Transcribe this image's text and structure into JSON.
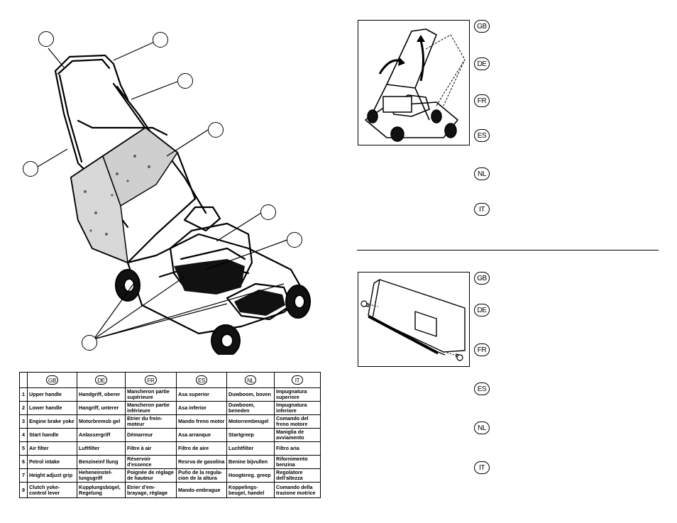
{
  "table": {
    "headers": [
      "GB",
      "DE",
      "FR",
      "ES",
      "NL",
      "IT"
    ],
    "rows": [
      {
        "num": "1",
        "cells": [
          "Upper handle",
          "Handgriff, oberer",
          "Mancheron partie supérieure",
          "Asa superior",
          "Duwboom, boven",
          "Impugnatura superiore"
        ]
      },
      {
        "num": "2",
        "cells": [
          "Lower handle",
          "Hangriff, unterer",
          "Mancheron partie inférieure",
          "Asa inferior",
          "Duwboom, beneden",
          "Impugnatura inferiore"
        ]
      },
      {
        "num": "3",
        "cells": [
          "Engine brake yoke",
          "Motorbremsb gel",
          "Etrier du frein-moteur",
          "Mando freno motor",
          "Motorrembeugel",
          "Comando del freno motore"
        ]
      },
      {
        "num": "4",
        "cells": [
          "Start handle",
          "Anlassergriff",
          "Démarreur",
          "Asa arranque",
          "Startgreep",
          "Maniglia de avviamento"
        ]
      },
      {
        "num": "5",
        "cells": [
          "Air filter",
          "Luftfilter",
          "Filtre à air",
          "Filtro de aire",
          "Luchtfilter",
          "Filtro aria"
        ]
      },
      {
        "num": "6",
        "cells": [
          "Petrol intake",
          "Benzineinf llung",
          "Réservoir d'essence",
          "Resrva de gasolina",
          "Benine bijvullen",
          "Rifornimento benzina"
        ]
      },
      {
        "num": "7",
        "cells": [
          "Height adjust grip",
          "Heheneinstel-lungsgriff",
          "Poignée de réglage de hauteur",
          "Puño de la regula-cion de la altura",
          "Hoogtereg. greep",
          "Regolatore dell'altezza"
        ]
      },
      {
        "num": "9",
        "cells": [
          "Clutch yoke-control lever",
          "Kupplungsbügel, Regelung",
          "Etrier d'em-brayage, réglage",
          "Mando embrague",
          "Koppelings-beugel, handel",
          "Comando della trazione motrice"
        ]
      }
    ]
  },
  "side_languages": {
    "top": [
      "GB",
      "DE",
      "FR",
      "ES",
      "NL",
      "IT"
    ],
    "bottom": [
      "GB",
      "DE",
      "FR",
      "ES",
      "NL",
      "IT"
    ]
  }
}
